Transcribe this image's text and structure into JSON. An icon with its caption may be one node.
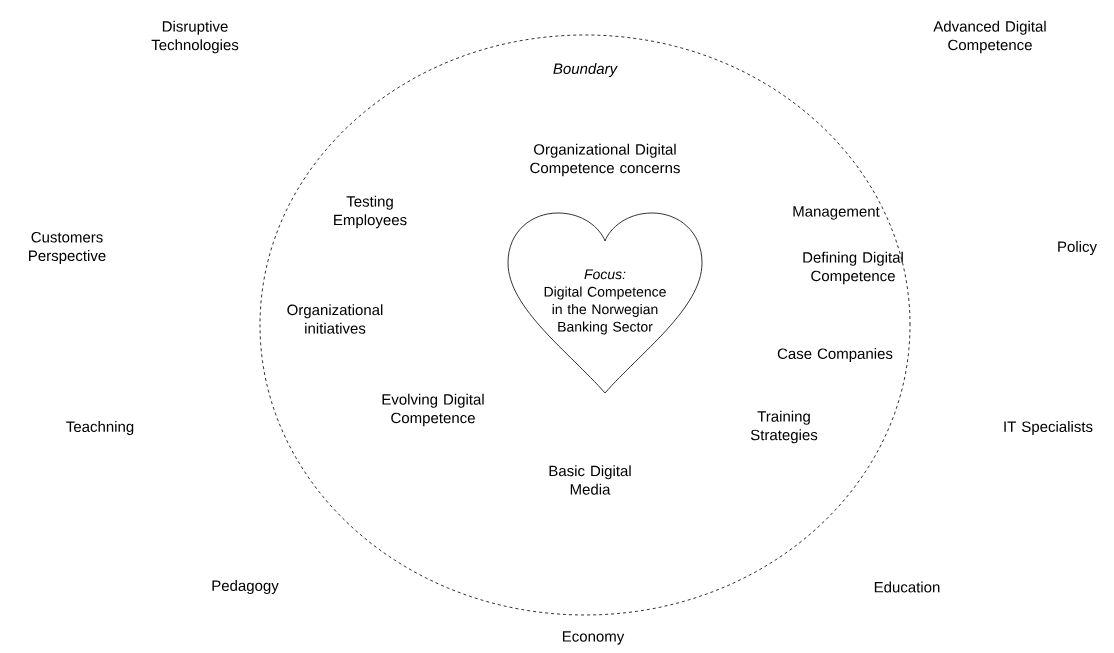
{
  "diagram": {
    "nodes": [
      {
        "text": [
          "Boundary"
        ]
      },
      {
        "text": [
          "Focus:",
          "Digital Competence in the Norwegian Banking Sector"
        ],
        "in": 0
      }
    ],
    "labels": [
      "Disruptive Technologies",
      "Advanced Digital Competence",
      "Organizational Digital Competence concerns",
      "Testing Employees",
      "Management",
      "Customers Perspective",
      "Policy",
      "Defining Digital Competence",
      "Organizational initiatives",
      "Case Companies",
      "Evolving Digital Competence",
      "Training Strategies",
      "Teachning",
      "IT Specialists",
      "Basic Digital Media",
      "Pedagogy",
      "Education",
      "Economy"
    ]
  }
}
